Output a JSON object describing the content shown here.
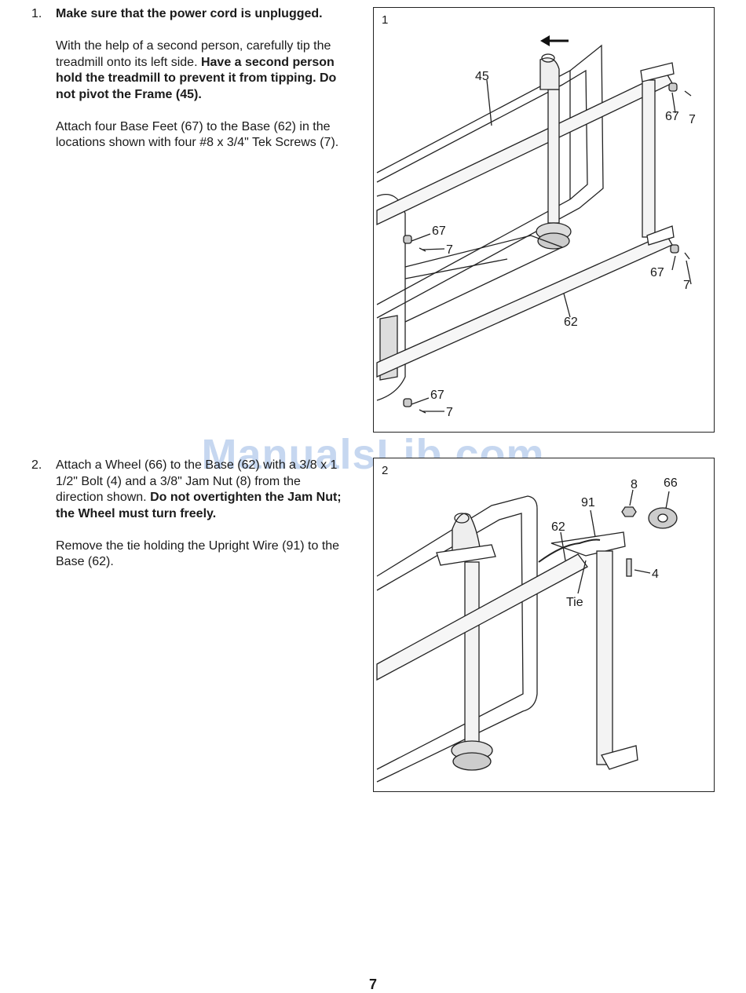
{
  "steps": [
    {
      "number": "1.",
      "heading": "Make sure that the power cord is unplugged.",
      "p2_a": "With the help of a second person, carefully tip the treadmill onto its left side. ",
      "p2_b": "Have a second person hold the treadmill to prevent it from tipping. Do not pivot the Frame (45).",
      "p3": "Attach four Base Feet (67) to the Base (62) in the locations shown with four #8 x 3/4\" Tek Screws (7)."
    },
    {
      "number": "2.",
      "p1_a": "Attach a Wheel (66) to the Base (62) with a 3/8 x 1 1/2\" Bolt (4) and a 3/8\" Jam Nut (8) from the direction shown. ",
      "p1_b": "Do not overtighten the Jam Nut; the Wheel must turn freely.",
      "p2": "Remove the tie holding the Upright Wire (91) to the Base (62)."
    }
  ],
  "figure1": {
    "number": "1",
    "labels": {
      "frame": "45",
      "foot_tr": "67",
      "screw_tr": "7",
      "foot_ml": "67",
      "screw_ml": "7",
      "foot_mr": "67",
      "screw_mr": "7",
      "base": "62",
      "foot_bl": "67",
      "screw_bl": "7"
    }
  },
  "figure2": {
    "number": "2",
    "labels": {
      "nut": "8",
      "wheel": "66",
      "wire": "91",
      "base": "62",
      "bolt": "4",
      "tie": "Tie"
    }
  },
  "watermark": "ManualsLib.com",
  "page_number": "7"
}
